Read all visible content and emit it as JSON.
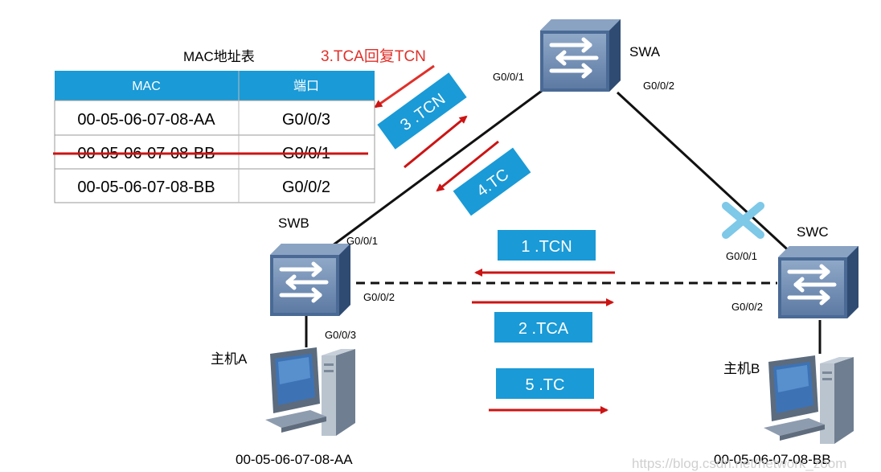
{
  "mac_table": {
    "title": "MAC地址表",
    "headers": [
      "MAC",
      "端口"
    ],
    "rows": [
      {
        "mac": "00-05-06-07-08-AA",
        "port": "G0/0/3",
        "struck": false
      },
      {
        "mac": "00-05-06-07-08-BB",
        "port": "G0/0/1",
        "struck": true
      },
      {
        "mac": "00-05-06-07-08-BB",
        "port": "G0/0/2",
        "struck": false
      }
    ]
  },
  "annotation": "3.TCA回复TCN",
  "switches": {
    "swa": {
      "name": "SWA",
      "ports": [
        "G0/0/1",
        "G0/0/2"
      ]
    },
    "swb": {
      "name": "SWB",
      "ports": [
        "G0/0/1",
        "G0/0/2",
        "G0/0/3"
      ]
    },
    "swc": {
      "name": "SWC",
      "ports": [
        "G0/0/1",
        "G0/0/2"
      ]
    }
  },
  "hosts": {
    "a": {
      "name": "主机A",
      "mac": "00-05-06-07-08-AA"
    },
    "b": {
      "name": "主机B",
      "mac": "00-05-06-07-08-BB"
    }
  },
  "messages": {
    "tcn1": "1 .TCN",
    "tca2": "2 .TCA",
    "tcn3": "3 .TCN",
    "tc4": "4.TC",
    "tc5": "5 .TC"
  },
  "colors": {
    "header_blue": "#1a9ad6",
    "label_blue": "#1a9ad6",
    "arrow_red": "#cc1414",
    "block_x": "#7ec8e8",
    "switch_body": "#4a6a95"
  },
  "watermark": "https://blog.csdn.net/network_zoom"
}
